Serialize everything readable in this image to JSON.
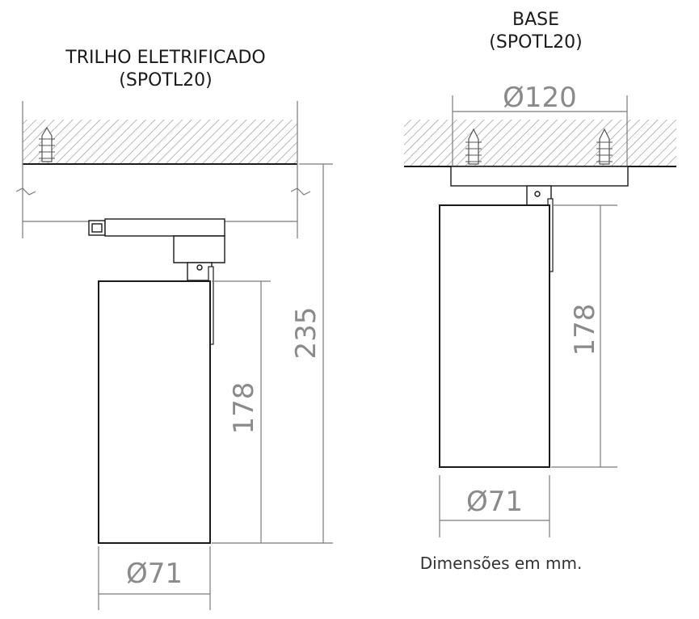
{
  "left_view": {
    "title_line1": "TRILHO ELETRIFICADO",
    "title_line2": "(SPOTL20)",
    "dim_total": "235",
    "dim_height": "178",
    "dim_diameter": "Ø71"
  },
  "right_view": {
    "title_line1": "BASE",
    "title_line2": "(SPOTL20)",
    "dim_base_diameter": "Ø120",
    "dim_height": "178",
    "dim_diameter": "Ø71"
  },
  "footnote": "Dimensões em mm.",
  "colors": {
    "line": "#1a1a1a",
    "dimension": "#8a8a8a",
    "hatch": "#9a9a9a"
  }
}
